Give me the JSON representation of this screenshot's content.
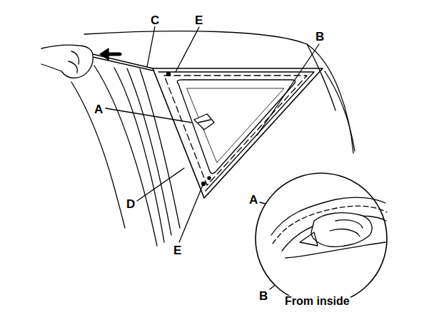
{
  "diagram": {
    "labels": [
      "C",
      "E",
      "B",
      "A",
      "D",
      "E",
      "A",
      "B",
      "From inside"
    ]
  }
}
